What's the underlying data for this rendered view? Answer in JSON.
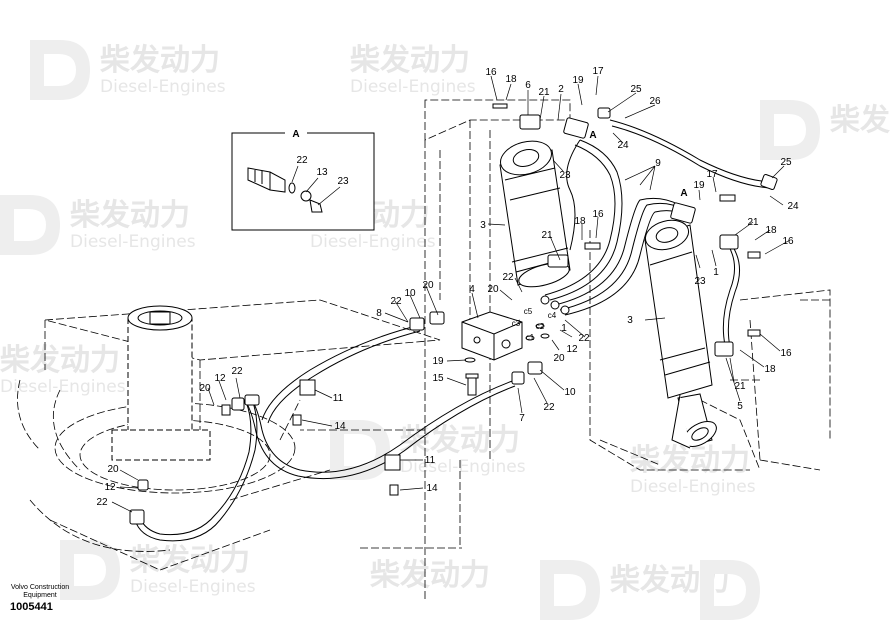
{
  "watermark": {
    "brand": "柴发动力",
    "sub": "Diesel-Engines"
  },
  "detail_box": {
    "label": "A",
    "callouts": [
      "22",
      "13",
      "23"
    ]
  },
  "callouts": {
    "c16a": "16",
    "c18a": "18",
    "c6": "6",
    "c21a": "21",
    "c2": "2",
    "c19a": "19",
    "c17a": "17",
    "c25a": "25",
    "c26": "26",
    "cAtop": "A",
    "c24a": "24",
    "c23a": "23",
    "c9": "9",
    "c25b": "25",
    "c24b": "24",
    "c17b": "17",
    "c19b": "19",
    "cAright": "A",
    "c21b": "21",
    "c18b": "18",
    "c16b": "16",
    "c23b": "23",
    "c1a": "1",
    "c3a": "3",
    "c21c": "21",
    "c18c": "18",
    "c16c": "16",
    "c22a": "22",
    "c20a": "20",
    "c4": "4",
    "c10a": "10",
    "c22b": "22",
    "c20b": "20",
    "c8": "8",
    "cC5": "c5",
    "cC3": "c3",
    "cC4": "c4",
    "cC1": "c1",
    "cC2": "c2",
    "c20c": "20",
    "c12a": "12",
    "c22c": "22",
    "c1b": "1",
    "c19c": "19",
    "c15": "15",
    "c7": "7",
    "c22d": "22",
    "c10b": "10",
    "c3b": "3",
    "c16d": "16",
    "c18d": "18",
    "c21d": "21",
    "c5": "5",
    "c20d": "20",
    "c12b": "12",
    "c22e": "22",
    "c11a": "11",
    "c14a": "14",
    "c11b": "11",
    "c14b": "14",
    "c20e": "20",
    "c12c": "12",
    "c22f": "22"
  },
  "footer": {
    "maker_line1": "Volvo Construction",
    "maker_line2": "Equipment",
    "doc_number": "1005441"
  }
}
